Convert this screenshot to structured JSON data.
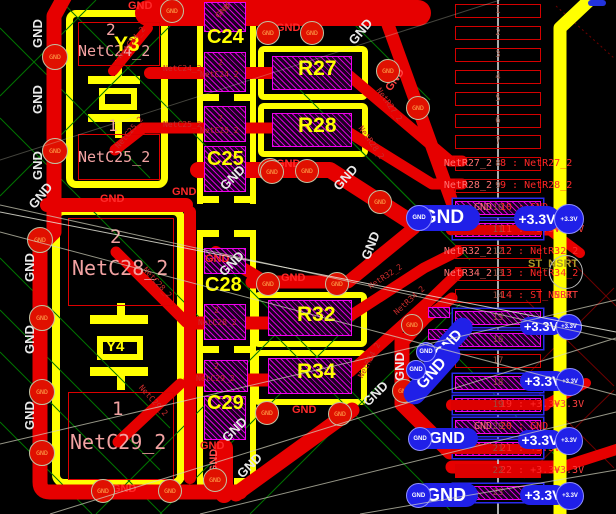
{
  "viewport": {
    "description": "PCB layout editor viewport"
  },
  "nets": {
    "gnd": "GND",
    "v33": "+3.3V",
    "st_nsrt": "ST_NSRT",
    "nsrt": "NSRT"
  },
  "components": {
    "y3": {
      "ref": "Y3",
      "pad2_num": "2",
      "pad2_net": "NetC24_2",
      "pad1_num": "1",
      "pad1_net": "NetC25_2"
    },
    "y4": {
      "ref": "Y4",
      "pad2_num": "2",
      "pad2_net": "NetC28_2",
      "pad1_num": "1",
      "pad1_net": "NetC29_2"
    },
    "c24": {
      "ref": "C24",
      "pad_num": "2",
      "pad_net": "NetC24_2",
      "pin1_num": "1"
    },
    "c25": {
      "ref": "C25",
      "pad_num": "2",
      "pad_net": "NetC25_2"
    },
    "c28": {
      "ref": "C28",
      "pad_num": "2",
      "pad_net": "NetC28_2"
    },
    "c29": {
      "ref": "C29",
      "pad_num": "2",
      "pad_net": "NetC29_2"
    },
    "r27": {
      "ref": "R27"
    },
    "r28": {
      "ref": "R28"
    },
    "r32": {
      "ref": "R32"
    },
    "r34": {
      "ref": "R34"
    }
  },
  "trace_labels": {
    "netc24": "NetC24_2",
    "netc25": "NetC25_2",
    "netc28": "NetC28_2",
    "netc29": "NetC29_2",
    "netr27": "NetR27_2",
    "netr28": "NetR28_2",
    "netr32": "NetR32_2",
    "netr34": "NetR34_2"
  },
  "connector": {
    "pins": [
      {
        "num": "1"
      },
      {
        "num": "2"
      },
      {
        "num": "3"
      },
      {
        "num": "4"
      },
      {
        "num": "5"
      },
      {
        "num": "6"
      },
      {
        "num": "7"
      },
      {
        "num": "8",
        "left": "NetR27_2",
        "text": "8 : NetR27_2"
      },
      {
        "num": "9",
        "left": "NetR28_2",
        "text": "9 : NetR28_2"
      },
      {
        "num": "10",
        "left": "GND",
        "text": "10 : GND",
        "pad": "plane"
      },
      {
        "num": "11",
        "text": "11 : +3.3V",
        "extra": "+3.3V",
        "pad": "planeband"
      },
      {
        "num": "12",
        "left": "NetR32_2",
        "text": "12 : NetR32_2"
      },
      {
        "num": "13",
        "left": "NetR34_2",
        "text": "13 : NetR34_2"
      },
      {
        "num": "14",
        "text": "14 : ST_NSRT",
        "extra": "NSRT"
      },
      {
        "num": "15",
        "pad": "plane"
      },
      {
        "num": "16",
        "pad": "plane"
      },
      {
        "num": "17"
      },
      {
        "num": "18",
        "pad": "plane"
      },
      {
        "num": "19",
        "text": "19 : +3.3V",
        "extra": "+3.3V",
        "pad": "planeband"
      },
      {
        "num": "20",
        "left": "GND",
        "text": "20 : GND",
        "pad": "plane"
      },
      {
        "num": "21",
        "text": "21 : +3.3V",
        "pad": "planeband"
      },
      {
        "num": "22",
        "text": "22 : +3.3V",
        "extra": "+3.3V",
        "pad": "band"
      },
      {
        "num": "23",
        "pad": "plane"
      }
    ]
  },
  "colors": {
    "copper_red": "#e60000",
    "silk_yellow": "#ffff00",
    "net_label_blue": "#2020e8",
    "plane_magenta": "#ee00ee",
    "grid_green": "#007400",
    "text_pink": "#f2a2a2"
  }
}
